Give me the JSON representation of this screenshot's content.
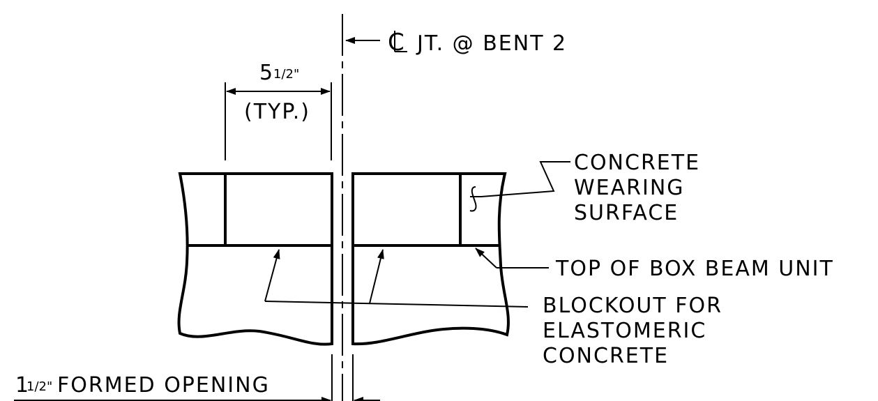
{
  "labels": {
    "centerline": "JT. @ BENT 2",
    "dimension_top": "5",
    "dimension_frac": "1/2\"",
    "typ": "(TYP.)",
    "concrete_wearing_line1": "CONCRETE",
    "concrete_wearing_line2": "WEARING",
    "concrete_wearing_line3": "SURFACE",
    "top_of_box_beam": "TOP OF BOX BEAM UNIT",
    "blockout_line1": "BLOCKOUT FOR",
    "blockout_line2": "ELASTOMERIC",
    "blockout_line3": "CONCRETE",
    "formed_opening_whole": "1",
    "formed_opening_frac": "1/2\"",
    "formed_opening_text": "FORMED OPENING"
  },
  "symbols": {
    "centerline_symbol": "centerline-symbol",
    "surface_finish_symbol": "wearing-surface-symbol"
  }
}
